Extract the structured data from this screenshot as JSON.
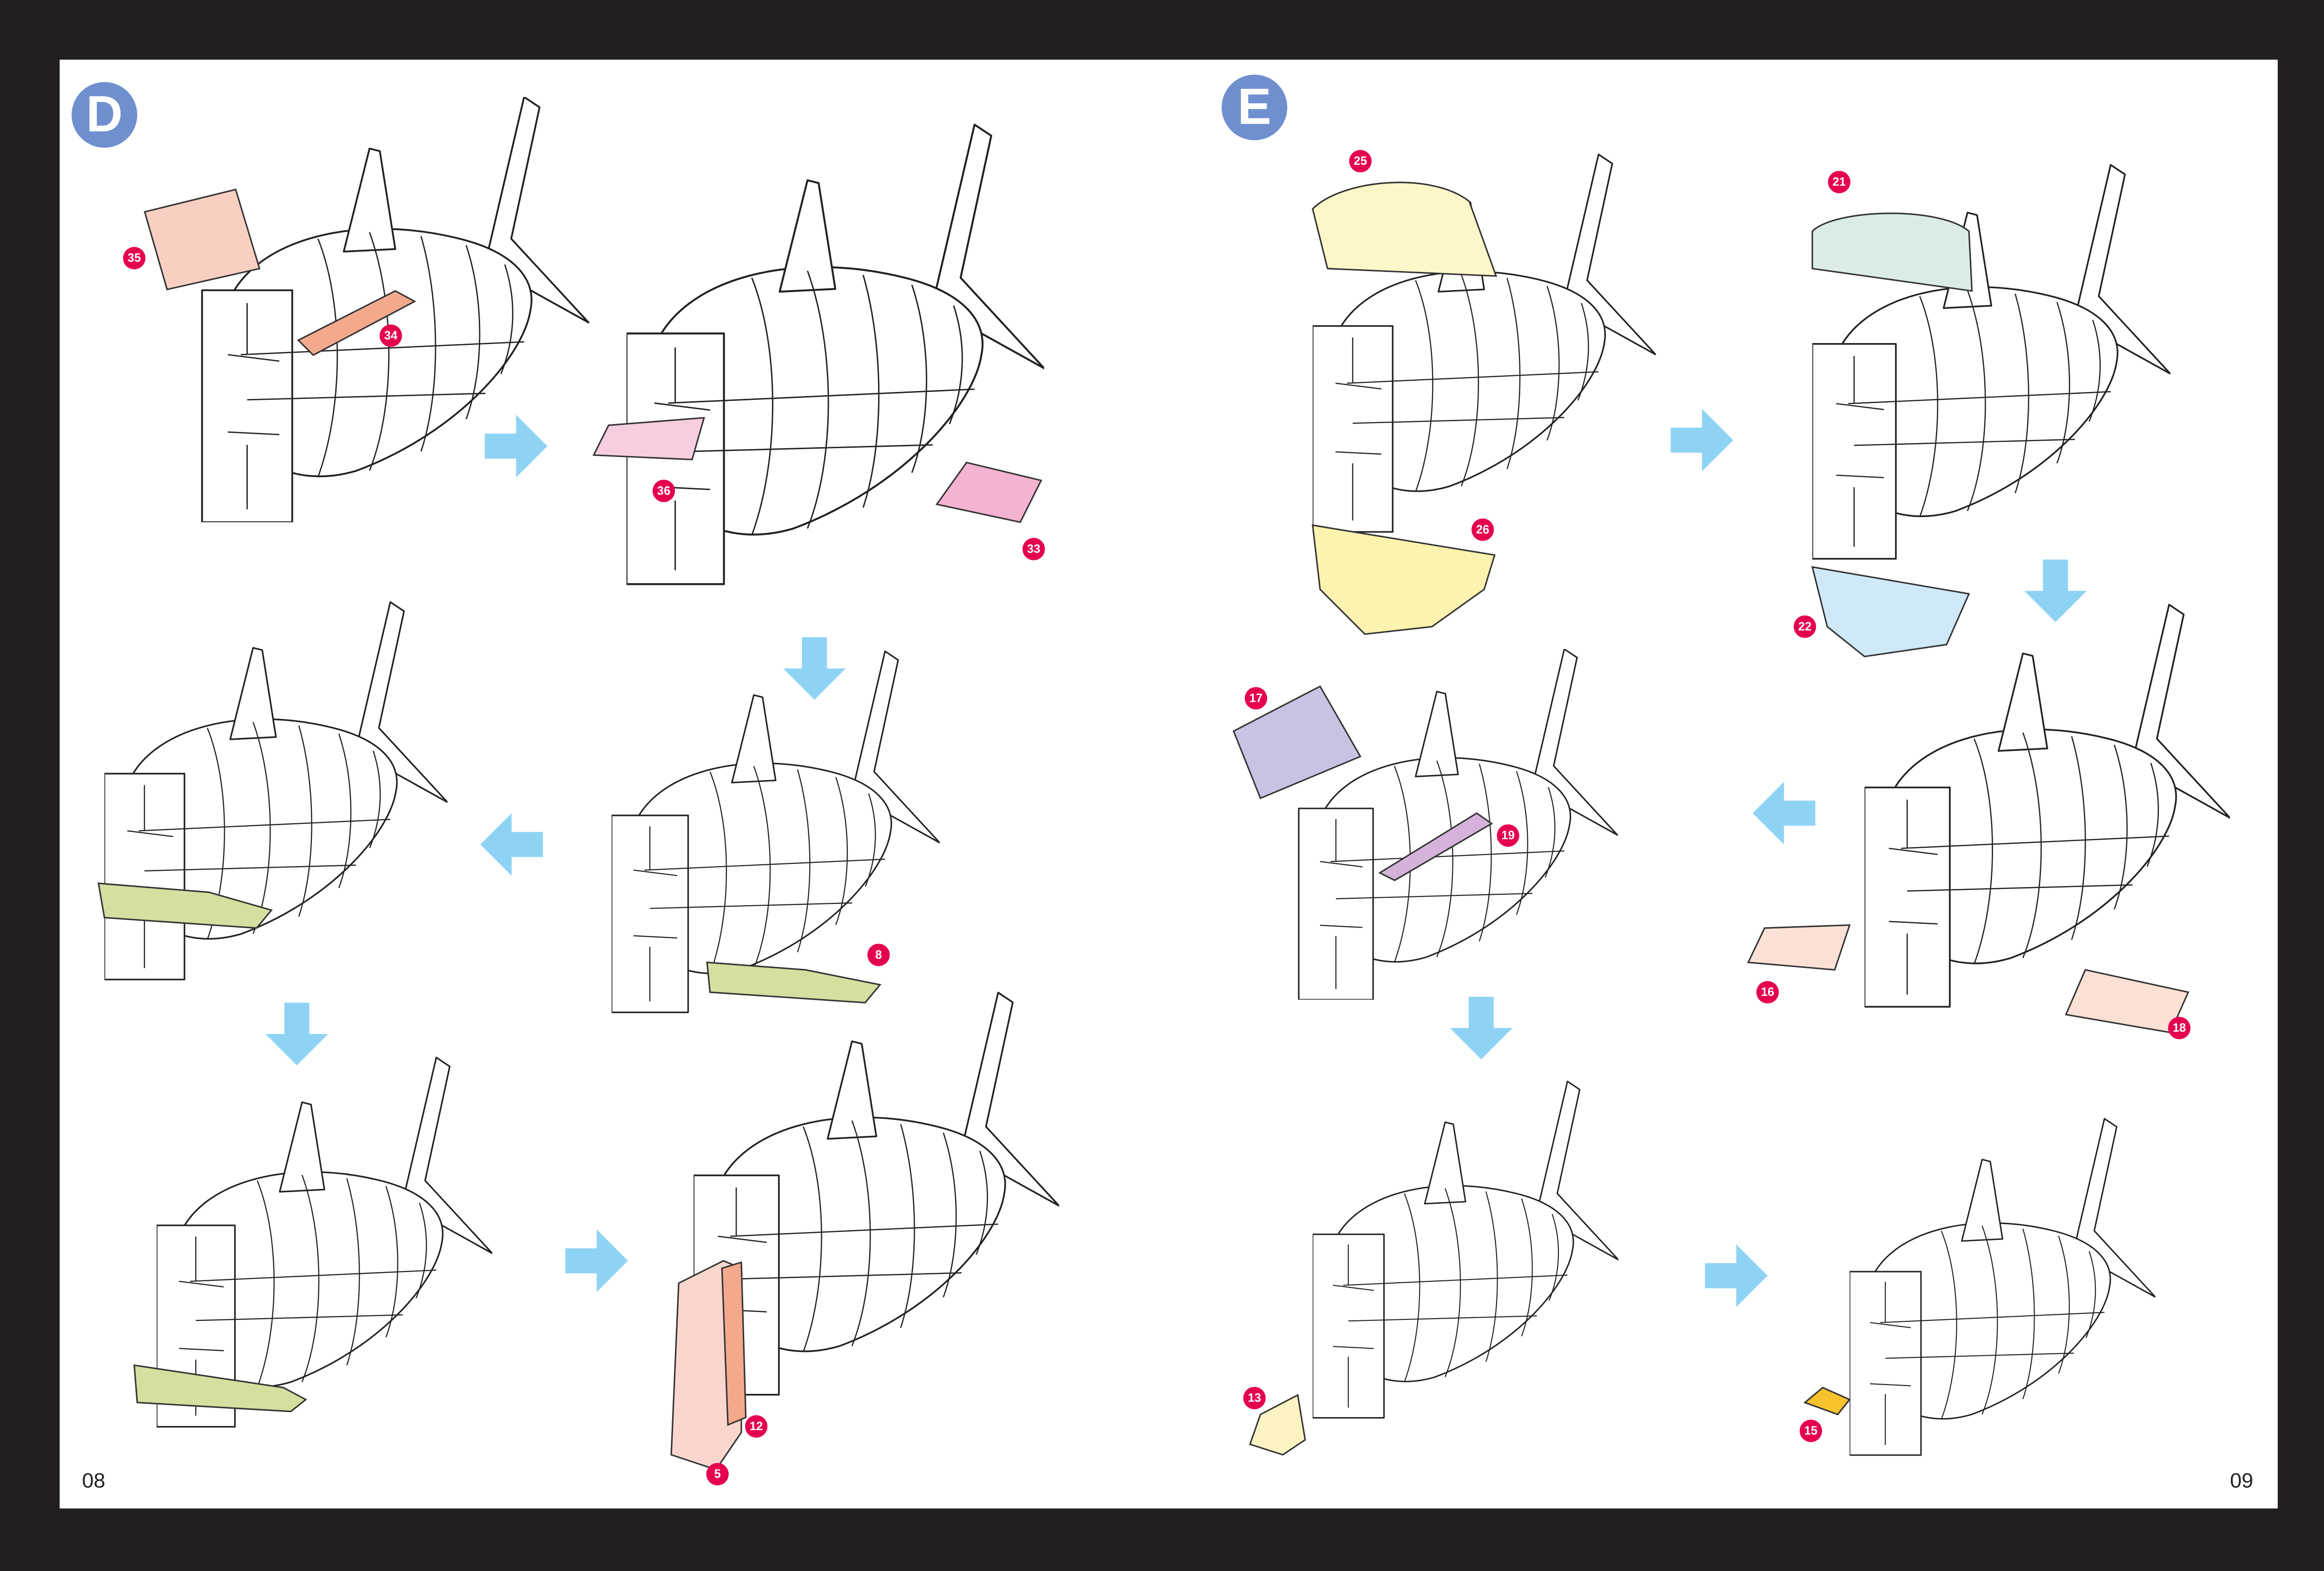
{
  "sections": {
    "left": {
      "letter": "D"
    },
    "right": {
      "letter": "E"
    }
  },
  "page_numbers": {
    "left": "08",
    "right": "09"
  },
  "callouts": {
    "d": [
      "35",
      "34",
      "36",
      "33",
      "8",
      "12",
      "5"
    ],
    "e": [
      "25",
      "26",
      "21",
      "22",
      "17",
      "19",
      "16",
      "18",
      "13",
      "15"
    ]
  },
  "colors": {
    "badge": "#6f8fcf",
    "callout": "#e5004f",
    "arrow": "#8fd3f4",
    "frame": "#231f20"
  }
}
